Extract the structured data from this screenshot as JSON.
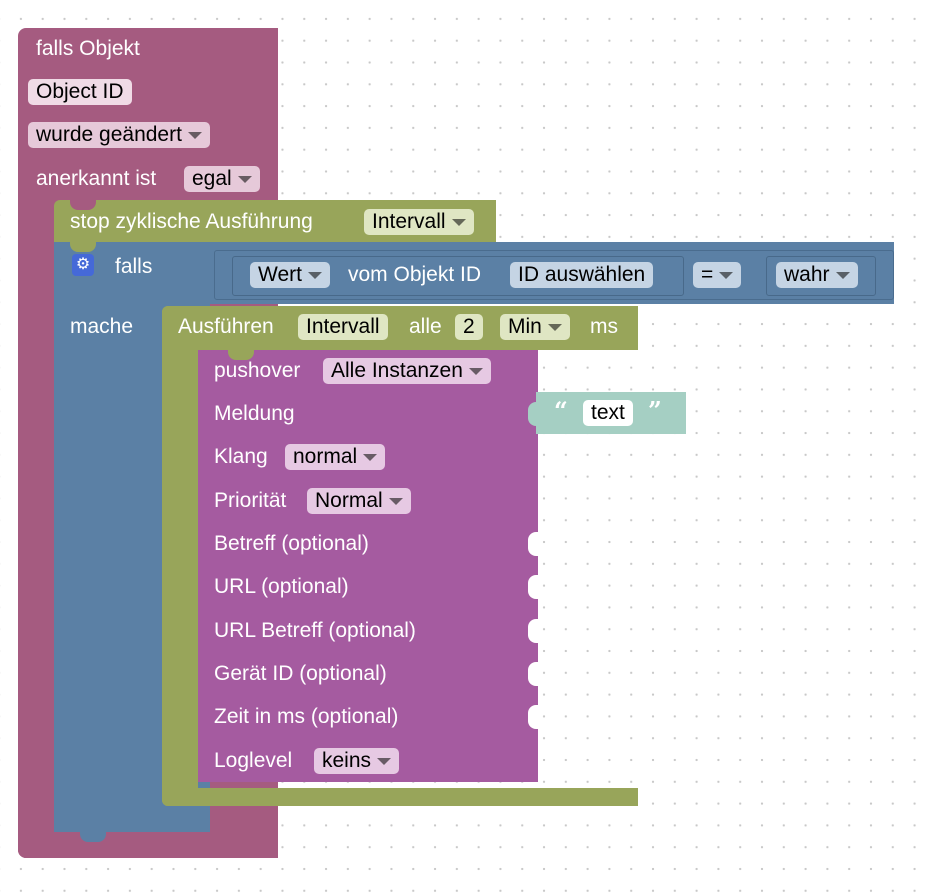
{
  "trigger": {
    "title": "falls Objekt",
    "object_id": "Object ID",
    "changed": "wurde geändert",
    "ack_label": "anerkannt ist",
    "ack_value": "egal"
  },
  "stop": {
    "label": "stop zyklische Ausführung",
    "value": "Intervall"
  },
  "if_block": {
    "falls": "falls",
    "mache": "mache",
    "wert": "Wert",
    "vom_objekt": "vom Objekt ID",
    "id_select": "ID auswählen",
    "op": "=",
    "bool_value": "wahr"
  },
  "interval": {
    "label": "Ausführen",
    "value": "Intervall",
    "alle": "alle",
    "count": "2",
    "unit_select": "Min",
    "ms": "ms"
  },
  "pushover": {
    "label": "pushover",
    "instance": "Alle Instanzen",
    "meldung": "Meldung",
    "text_value": "text",
    "quote_open": "“",
    "quote_close": "”",
    "klang_label": "Klang",
    "klang_value": "normal",
    "prio_label": "Priorität",
    "prio_value": "Normal",
    "betreff": "Betreff (optional)",
    "url": "URL (optional)",
    "url_betreff": "URL Betreff (optional)",
    "geraet": "Gerät ID (optional)",
    "zeit": "Zeit in ms (optional)",
    "loglevel_label": "Loglevel",
    "loglevel_value": "keins"
  },
  "colors": {
    "trigger": "#a55b80",
    "stop": "#98a55a",
    "if": "#5b80a5",
    "pushover": "#a55ba0",
    "text": "#a5cfc3"
  }
}
